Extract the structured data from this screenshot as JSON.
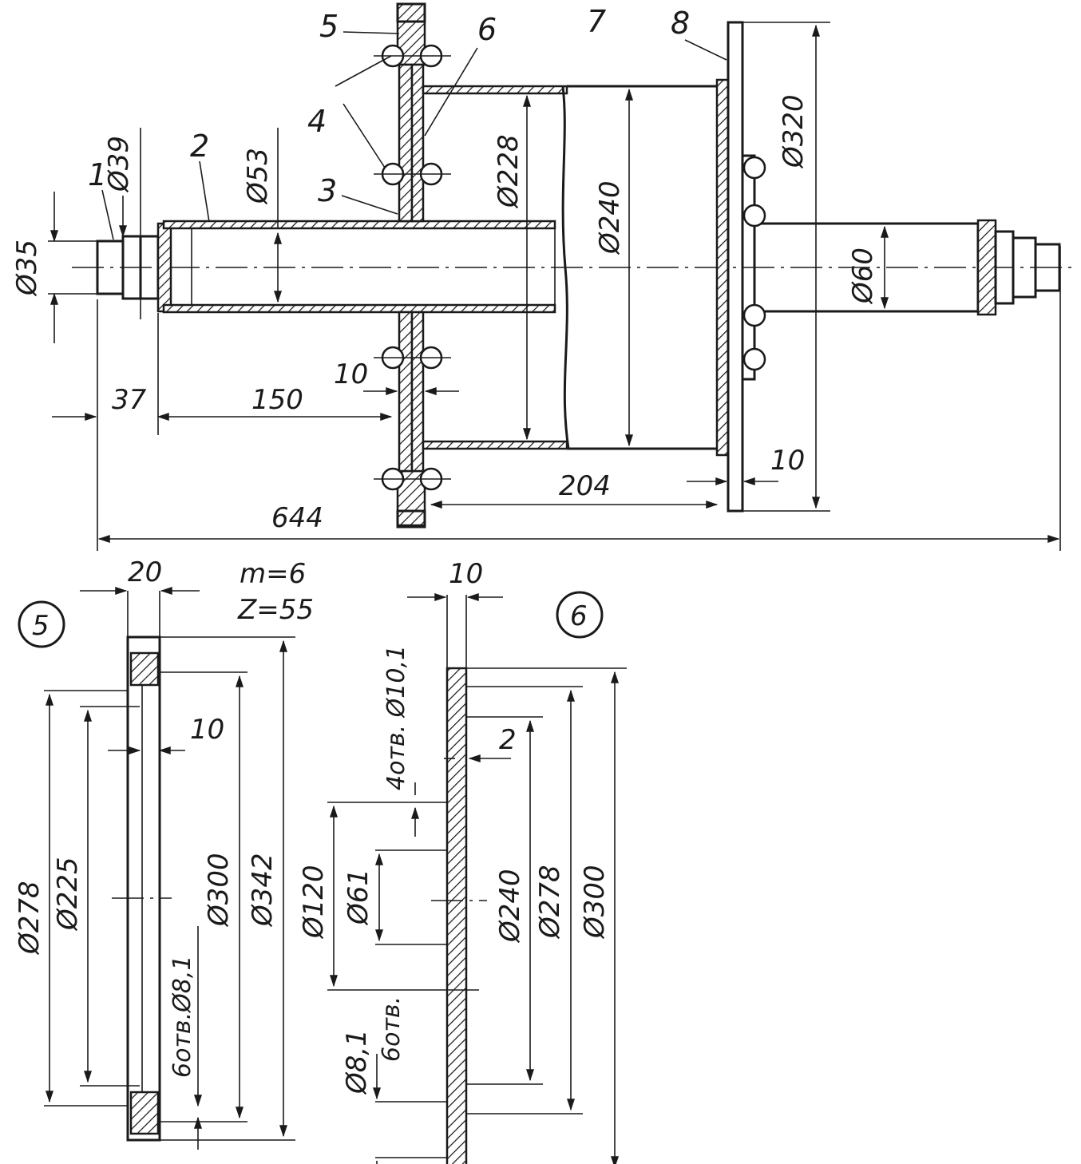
{
  "parts": {
    "p1": "1",
    "p2": "2",
    "p3": "3",
    "p4": "4",
    "p5": "5",
    "p6": "6",
    "p7": "7",
    "p8": "8"
  },
  "dims_main": {
    "d35": "Ø35",
    "d39": "Ø39",
    "d53": "Ø53",
    "d228": "Ø228",
    "d240": "Ø240",
    "d320": "Ø320",
    "d60": "Ø60",
    "l37": "37",
    "l150": "150",
    "l10a": "10",
    "l204": "204",
    "l10b": "10",
    "l644": "644"
  },
  "detail5": {
    "marker": "5",
    "module": "m=6",
    "teeth": "Z=55",
    "w20": "20",
    "w10": "10",
    "d278": "Ø278",
    "d225": "Ø225",
    "d300": "Ø300",
    "d342": "Ø342",
    "holes": "6отв.Ø8,1"
  },
  "detail6": {
    "marker": "6",
    "w10": "10",
    "holes4": "4отв. Ø10,1",
    "w2": "2",
    "d120": "Ø120",
    "d61": "Ø61",
    "d240": "Ø240",
    "d278": "Ø278",
    "d300": "Ø300",
    "d81": "Ø8,1",
    "holes6": "6отв."
  }
}
